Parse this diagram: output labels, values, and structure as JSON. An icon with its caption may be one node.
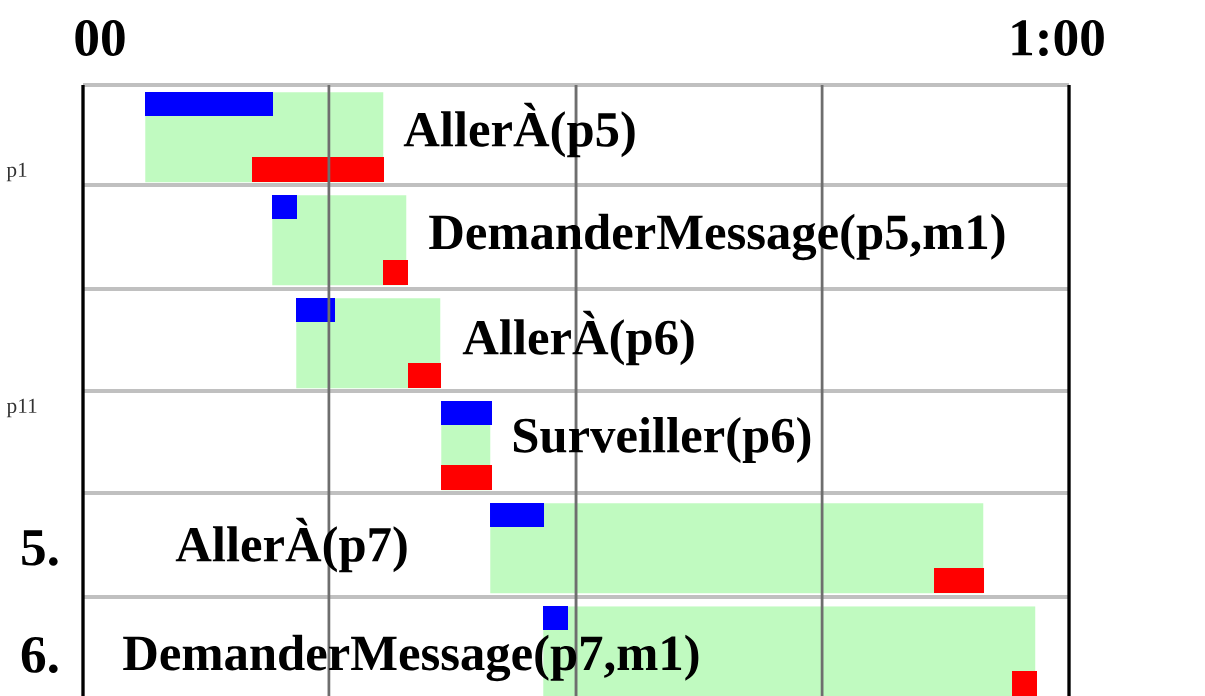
{
  "diagram": {
    "nodes": [
      {
        "text": [],
        "shape": "bar",
        "beside": [
          "AllerÀ(p5)"
        ]
      },
      {
        "text": [],
        "shape": "bar",
        "beside": [
          "DemanderMessage(p5,m1)"
        ]
      },
      {
        "text": [],
        "shape": "bar",
        "beside": [
          "AllerÀ(p6)"
        ]
      },
      {
        "text": [],
        "shape": "bar",
        "beside": [
          "Surveiller(p6)"
        ]
      },
      {
        "text": [],
        "shape": "bar"
      },
      {
        "text": [],
        "shape": "bar"
      }
    ],
    "labels": [
      "00",
      "1:00",
      "p1",
      "p11",
      "5.",
      "AllerÀ(p7)",
      "6.",
      "DemanderMessage(p7,m1)"
    ]
  }
}
